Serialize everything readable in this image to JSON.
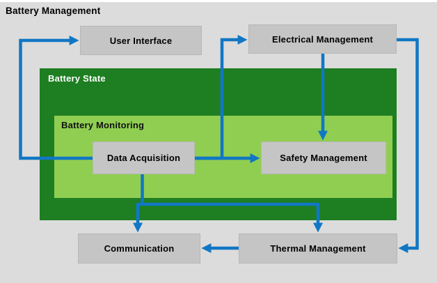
{
  "diagram": {
    "title": "Battery Management",
    "containers": {
      "battery_state": {
        "label": "Battery State",
        "fill": "#1e7e22",
        "label_color": "#ffffff"
      },
      "battery_monitoring": {
        "label": "Battery Monitoring",
        "fill": "#90ce52",
        "label_color": "#111111"
      }
    },
    "nodes": {
      "user_interface": {
        "label": "User Interface"
      },
      "electrical_management": {
        "label": "Electrical Management"
      },
      "data_acquisition": {
        "label": "Data Acquisition"
      },
      "safety_management": {
        "label": "Safety Management"
      },
      "communication": {
        "label": "Communication"
      },
      "thermal_management": {
        "label": "Thermal Management"
      }
    },
    "edges": [
      {
        "from": "data_acquisition",
        "to": "user_interface"
      },
      {
        "from": "data_acquisition",
        "to": "electrical_management"
      },
      {
        "from": "data_acquisition",
        "to": "safety_management"
      },
      {
        "from": "electrical_management",
        "to": "safety_management"
      },
      {
        "from": "electrical_management",
        "to": "thermal_management"
      },
      {
        "from": "data_acquisition",
        "to": "communication"
      },
      {
        "from": "data_acquisition",
        "to": "thermal_management"
      },
      {
        "from": "thermal_management",
        "to": "communication"
      }
    ],
    "colors": {
      "background": "#dcdcdc",
      "node_fill": "#c5c5c5",
      "arrow": "#1177c4",
      "dark_green": "#1e7e22",
      "light_green": "#90ce52",
      "text": "#000000"
    }
  }
}
